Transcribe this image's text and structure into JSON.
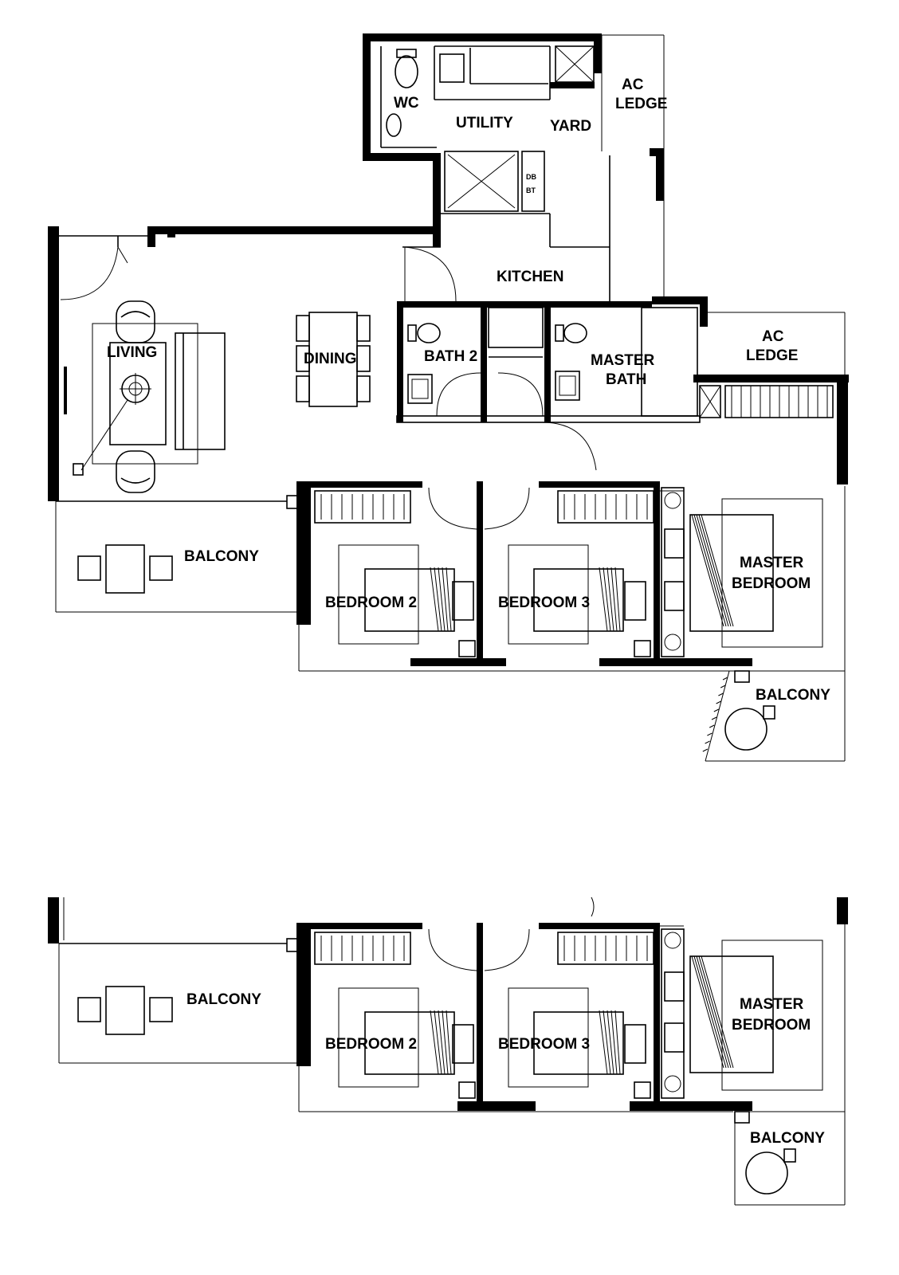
{
  "upper_floor": {
    "rooms": {
      "wc": "WC",
      "utility": "UTILITY",
      "yard": "YARD",
      "ac_ledge_top_l1": "AC",
      "ac_ledge_top_l2": "LEDGE",
      "db_l1": "DB",
      "db_l2": "BT",
      "kitchen": "KITCHEN",
      "living": "LIVING",
      "dining": "DINING",
      "bath2": "BATH 2",
      "master_bath_l1": "MASTER",
      "master_bath_l2": "BATH",
      "ac_ledge_right_l1": "AC",
      "ac_ledge_right_l2": "LEDGE",
      "balcony_left": "BALCONY",
      "bedroom2": "BEDROOM 2",
      "bedroom3": "BEDROOM 3",
      "master_bedroom_l1": "MASTER",
      "master_bedroom_l2": "BEDROOM",
      "balcony_right": "BALCONY"
    }
  },
  "lower_floor": {
    "rooms": {
      "balcony_left": "BALCONY",
      "bedroom2": "BEDROOM 2",
      "bedroom3": "BEDROOM 3",
      "master_bedroom_l1": "MASTER",
      "master_bedroom_l2": "BEDROOM",
      "balcony_right": "BALCONY"
    }
  }
}
